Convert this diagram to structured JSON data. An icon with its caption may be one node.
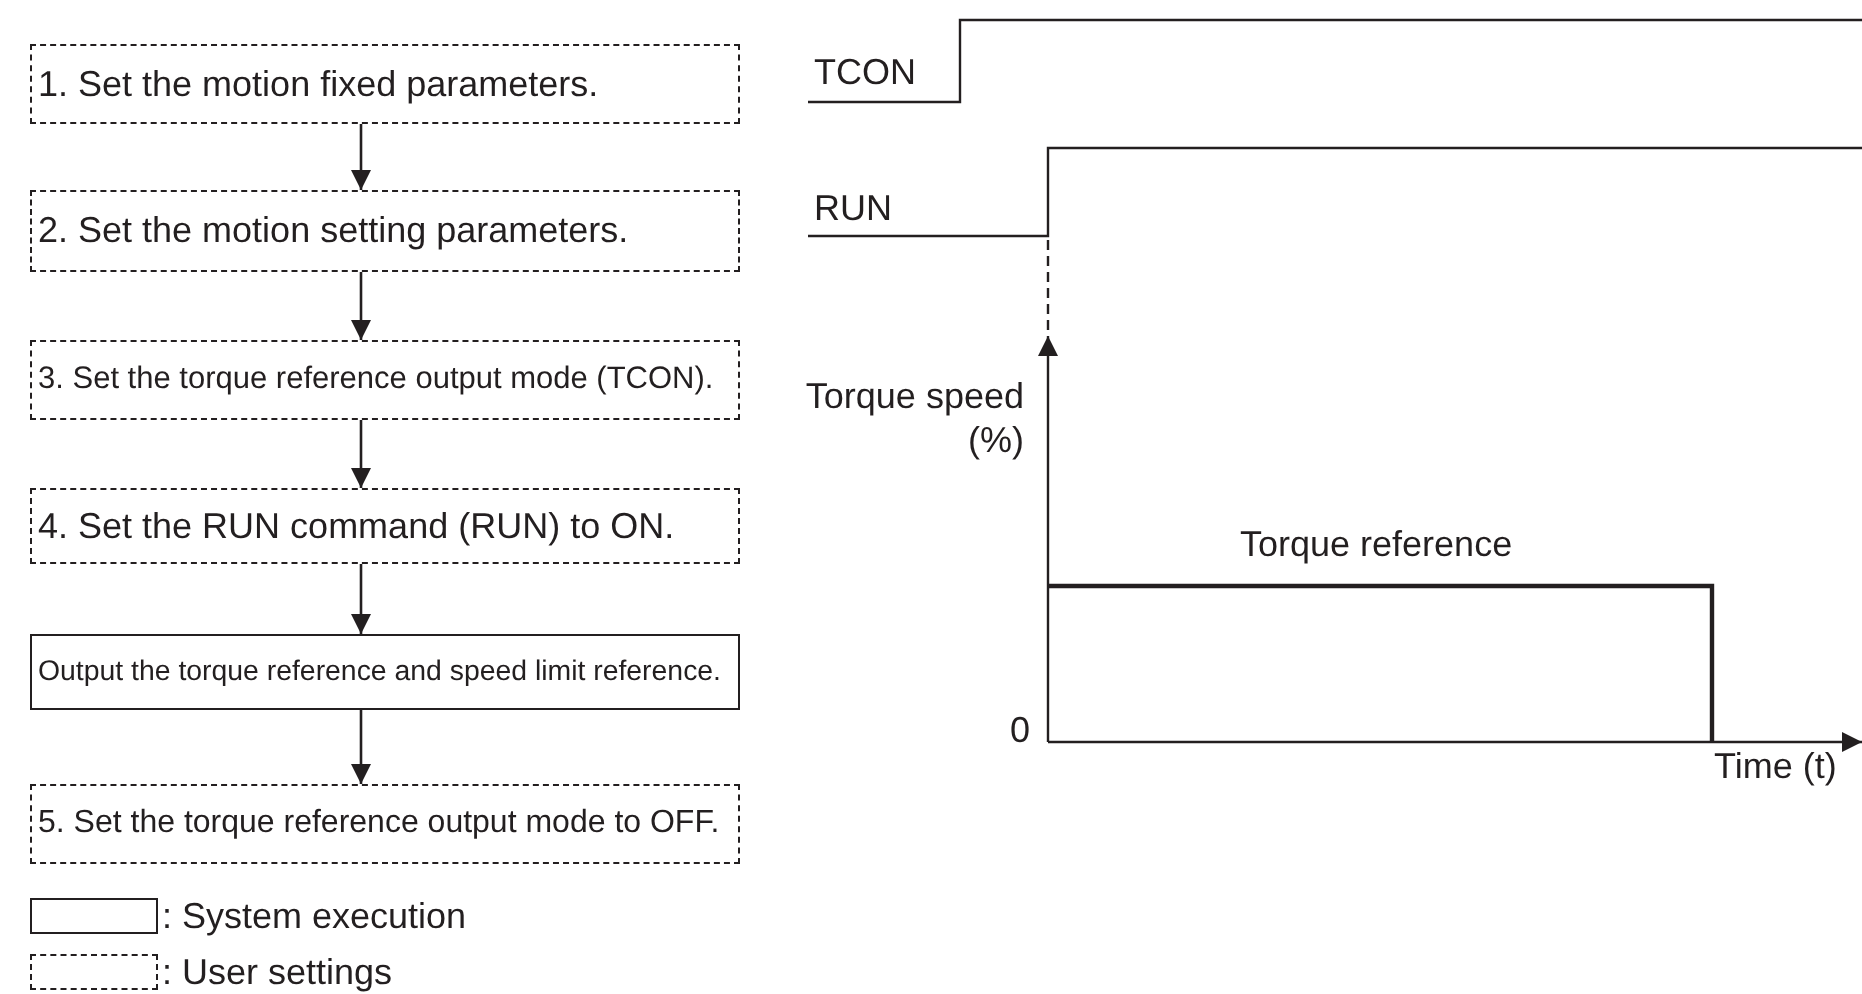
{
  "diagram": {
    "nodes": [
      {
        "text": [
          "1. Set the motion fixed parameters."
        ]
      },
      {
        "text": [
          "2. Set the motion setting parameters."
        ]
      },
      {
        "text": [
          "3. Set the torque reference output mode (TCON)."
        ]
      },
      {
        "text": [
          "4. Set the RUN command (RUN) to ON."
        ]
      },
      {
        "text": [
          "Output the torque reference and speed limit reference."
        ]
      },
      {
        "text": [
          "5. Set the torque reference output mode to OFF."
        ]
      }
    ],
    "edges": [
      {
        "from": 0,
        "to": 1,
        "arrow": "to"
      },
      {
        "from": 1,
        "to": 2,
        "arrow": "to"
      },
      {
        "from": 2,
        "to": 3,
        "arrow": "to"
      },
      {
        "from": 3,
        "to": 4,
        "arrow": "to"
      },
      {
        "from": 4,
        "to": 5,
        "arrow": "to"
      }
    ],
    "labels": [
      "TCON",
      "RUN",
      "Torque speed (%)",
      "Torque reference",
      "0",
      "Time (t)"
    ],
    "legend": [
      {
        "text": ": System execution"
      },
      {
        "text": ": User settings"
      }
    ]
  }
}
